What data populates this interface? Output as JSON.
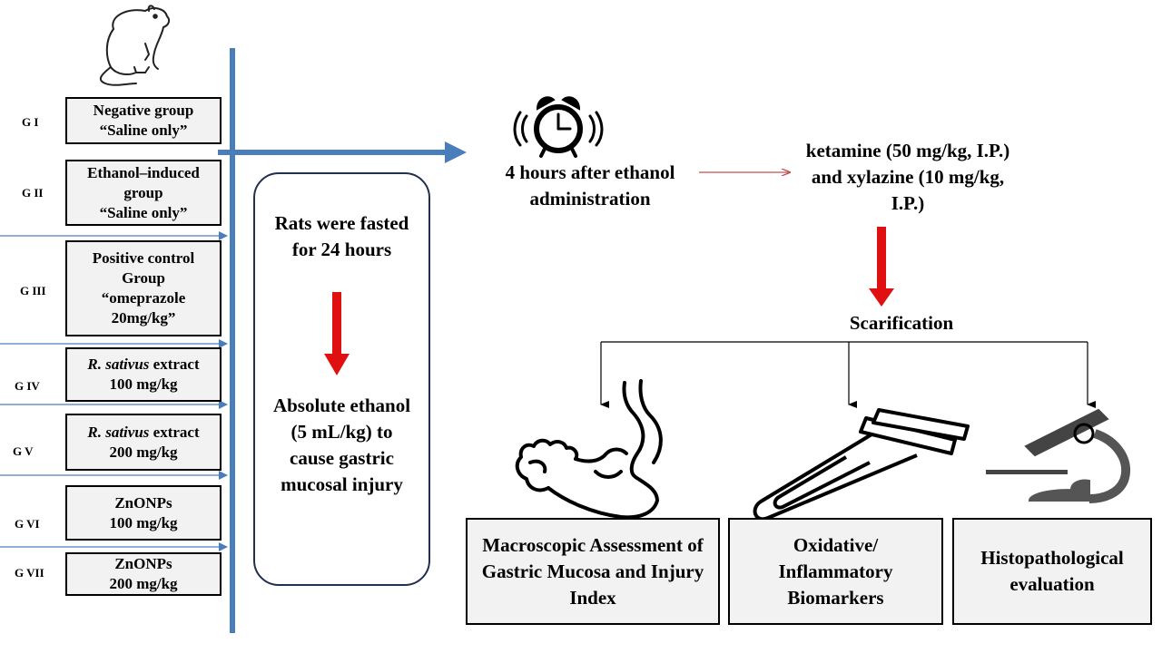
{
  "groups": [
    {
      "label": "G I",
      "lines": [
        "Negative group",
        "“Saline only”"
      ]
    },
    {
      "label": "G II",
      "lines": [
        "Ethanol–induced",
        "group",
        "“Saline only”"
      ]
    },
    {
      "label": "G III",
      "lines": [
        "Positive control",
        "Group",
        "“omeprazole",
        "20mg/kg”"
      ]
    },
    {
      "label": "G IV",
      "italic": "R. sativus",
      "rest": " extract",
      "line2": "100 mg/kg"
    },
    {
      "label": "G V",
      "italic": "R. sativus",
      "rest": " extract",
      "line2": "200 mg/kg"
    },
    {
      "label": "G VI",
      "lines": [
        "ZnONPs",
        "100 mg/kg"
      ]
    },
    {
      "label": "G VII",
      "lines": [
        "ZnONPs",
        "200 mg/kg"
      ]
    }
  ],
  "fasting_text": "Rats were fasted for 24 hours",
  "ethanol_text": "Absolute ethanol (5 mL/kg) to cause gastric mucosal injury",
  "timer_text": "4 hours after ethanol administration",
  "anesthesia_text": "ketamine (50 mg/kg, I.P.) and xylazine (10 mg/kg, I.P.)",
  "sacrifice_text": "Scarification",
  "outcomes": [
    "Macroscopic Assessment of Gastric Mucosa and Injury Index",
    "Oxidative/ Inflammatory Biomarkers",
    "Histopathological evaluation"
  ],
  "icons": [
    "rat-icon",
    "alarm-clock-icon",
    "stomach-icon",
    "test-tube-icon",
    "microscope-icon"
  ],
  "colors": {
    "timeline": "#4a7ebb",
    "red_arrow": "#e01010",
    "box_fill": "#f2f2f2",
    "thin_arrow": "#c0504d"
  }
}
